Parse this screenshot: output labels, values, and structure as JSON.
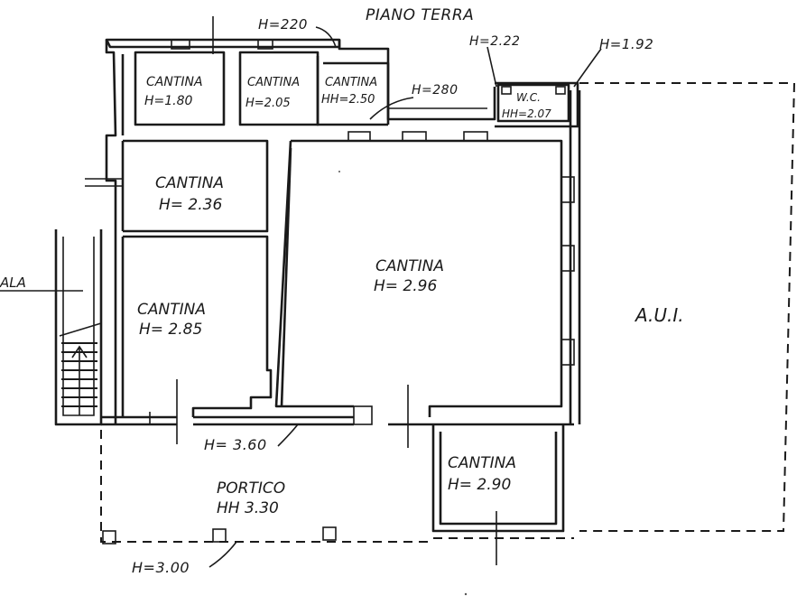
{
  "plan": {
    "title": "PIANO TERRA",
    "rooms": {
      "cantina_top1": {
        "name": "CANTINA",
        "height": "H=1.80"
      },
      "cantina_top2": {
        "name": "CANTINA",
        "height": "H=2.05"
      },
      "cantina_top3": {
        "name": "CANTINA",
        "height": "HH=2.50"
      },
      "wc": {
        "name": "W.C.",
        "height": "HH=2.07"
      },
      "cantina_mid_left": {
        "name": "CANTINA",
        "height": "H= 2.36"
      },
      "cantina_left": {
        "name": "CANTINA",
        "height": "H= 2.85"
      },
      "cantina_big": {
        "name": "CANTINA",
        "height": "H= 2.96"
      },
      "cantina_small": {
        "name": "CANTINA",
        "height": "H= 2.90"
      },
      "portico": {
        "name": "PORTICO",
        "height": "HH 3.30"
      },
      "aui": {
        "name": "A.U.I."
      },
      "scala": {
        "name": "ALA"
      }
    },
    "annotations": {
      "h220": "H=220",
      "h222": "H=2.22",
      "h192": "H=1.92",
      "h280": "H=280",
      "h360": "H= 3.60",
      "h300": "H=3.00"
    }
  }
}
